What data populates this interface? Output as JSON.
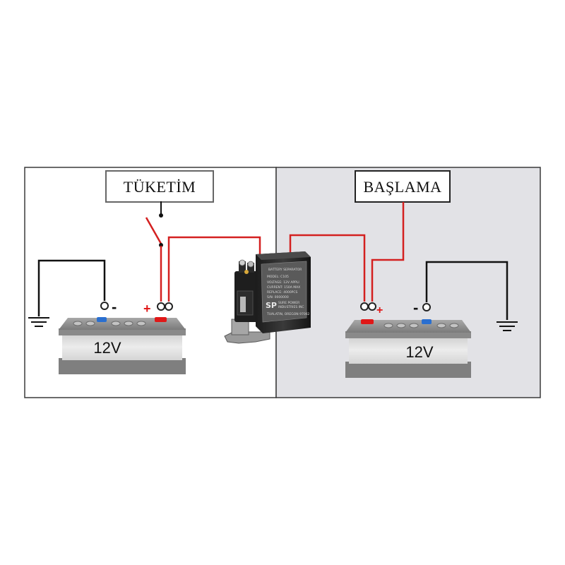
{
  "panels": {
    "left": {
      "title": "TÜKETİM"
    },
    "right": {
      "title": "BAŞLAMA"
    }
  },
  "batteries": {
    "left": {
      "voltage": "12V",
      "plus_sign": "+",
      "minus_sign": "-"
    },
    "right": {
      "voltage": "12V",
      "plus_sign": "+",
      "minus_sign": "-"
    }
  },
  "device": {
    "label_title": "BATTERY SEPARATOR",
    "label_model": "MODEL: C105",
    "label_spec1": "VOLTAGE: 12V APPLI",
    "label_spec2": "CURRENT: 150A MAX",
    "label_spec3": "REPLACE: 4000PCS",
    "label_serial": "S/N: 0000000",
    "logo_mark": "SP",
    "logo_line1": "SURE POWER",
    "logo_line2": "INDUSTRIES INC",
    "label_phone": "TUALATIN, OREGON 97062"
  },
  "colors": {
    "wire_positive": "#d42020",
    "wire_ground": "#111111",
    "terminal_positive": "#e01818",
    "terminal_negative": "#2a6fd0",
    "right_panel_bg": "#e2e2e6"
  }
}
